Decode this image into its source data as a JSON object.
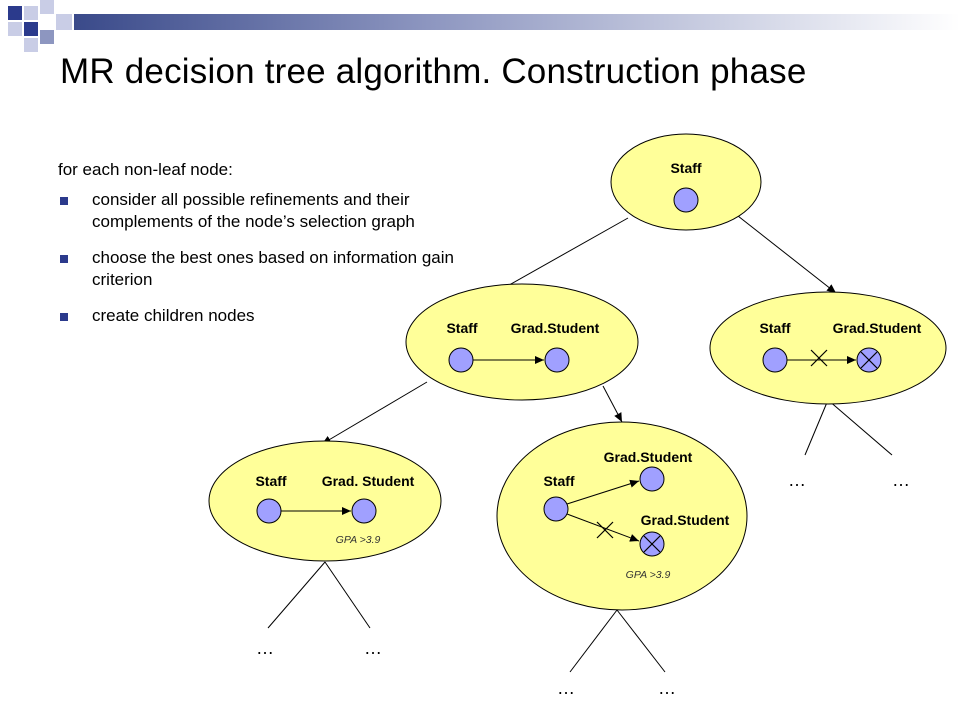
{
  "slide": {
    "title": "MR decision tree algorithm. Construction phase",
    "intro": "for each non-leaf node:",
    "bullets": [
      "consider all possible refinements and their complements of the node’s selection graph",
      "choose the best ones based on information gain criterion",
      "create children nodes"
    ]
  },
  "tree": {
    "root": {
      "label": "Staff"
    },
    "left_child": {
      "label_a": "Staff",
      "label_b": "Grad.Student"
    },
    "right_child": {
      "label_a": "Staff",
      "label_b": "Grad.Student"
    },
    "left_left": {
      "label_a": "Staff",
      "label_b": "Grad. Student",
      "condition": "GPA >3.9"
    },
    "left_right": {
      "label_a": "Staff",
      "label_b": "Grad.Student",
      "label_c": "Grad.Student",
      "condition": "GPA >3.9"
    },
    "ellipsis": "…"
  },
  "colors": {
    "node_fill": "#ffff99",
    "circle_fill": "#a0a0ff",
    "bullet": "#2b3a8c"
  }
}
